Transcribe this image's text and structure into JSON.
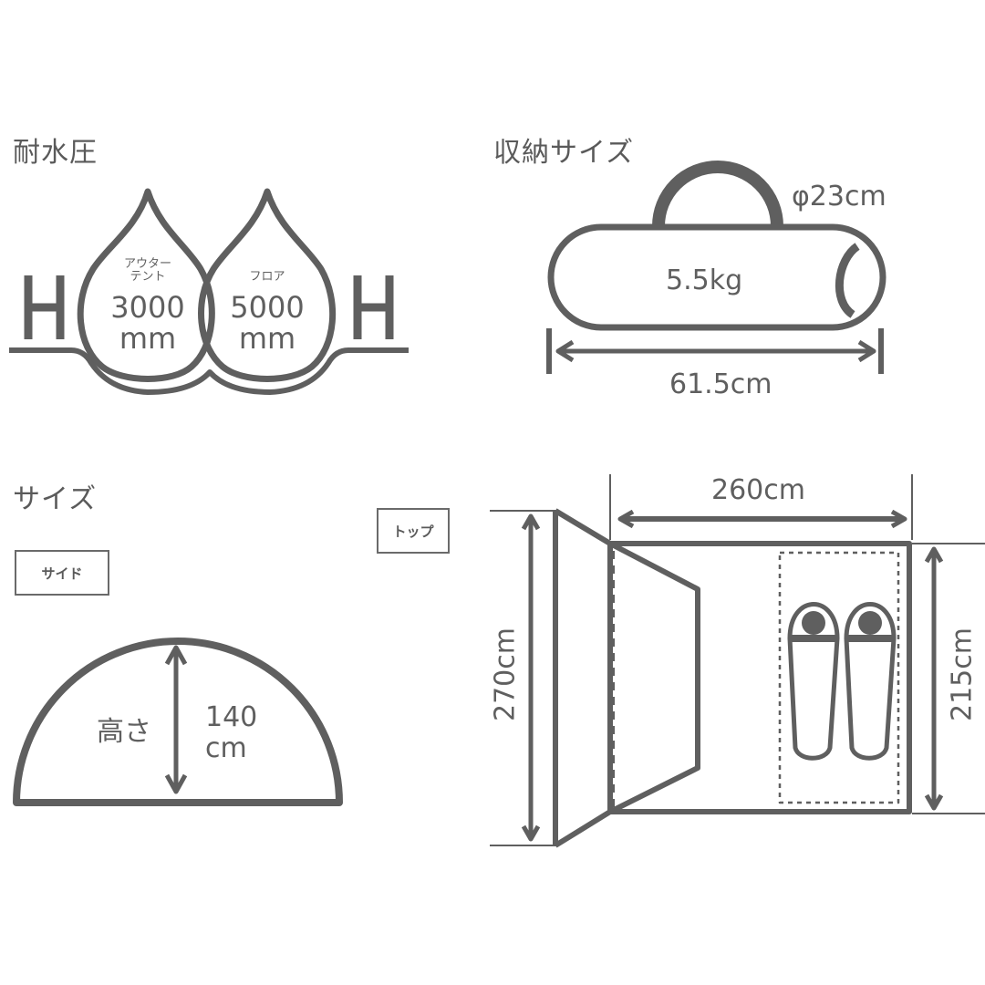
{
  "sections": {
    "water_pressure": {
      "heading": "耐水圧",
      "outer_tent": {
        "label_line1": "アウター",
        "label_line2": "テント",
        "value": "3000",
        "unit": "mm"
      },
      "floor": {
        "label": "フロア",
        "value": "5000",
        "unit": "mm"
      },
      "h_letter": "H"
    },
    "storage_size": {
      "heading": "収納サイズ",
      "diameter": "φ23cm",
      "weight": "5.5kg",
      "length": "61.5cm"
    },
    "size": {
      "heading": "サイズ",
      "side": {
        "tag": "サイド",
        "height_label": "高さ",
        "height_value": "140",
        "height_unit": "cm"
      },
      "top": {
        "tag": "トップ",
        "width": "260cm",
        "total_depth": "270cm",
        "inner_depth": "215cm"
      }
    }
  },
  "colors": {
    "stroke": "#5f5f5f",
    "background": "#ffffff"
  }
}
